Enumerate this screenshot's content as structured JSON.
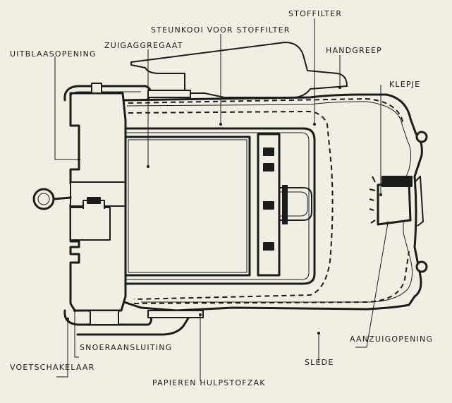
{
  "labels": {
    "stoffilter": "STOFFILTER",
    "steunkooi": "STEUNKOOI VOOR STOFFILTER",
    "zuigaggregaat": "ZUIGAGGREGAAT",
    "handgreep": "HANDGREEP",
    "uitblaasopening": "UITBLAASOPENING",
    "klepje": "KLEPJE",
    "aanzuigopening": "AANZUIGOPENING",
    "slede": "SLEDE",
    "snoeraansluiting": "SNOERAANSLUITING",
    "voetschakelaar": "VOETSCHAKELAAR",
    "papieren_hulpstofzak": "PAPIEREN HULPSTOFZAK"
  }
}
